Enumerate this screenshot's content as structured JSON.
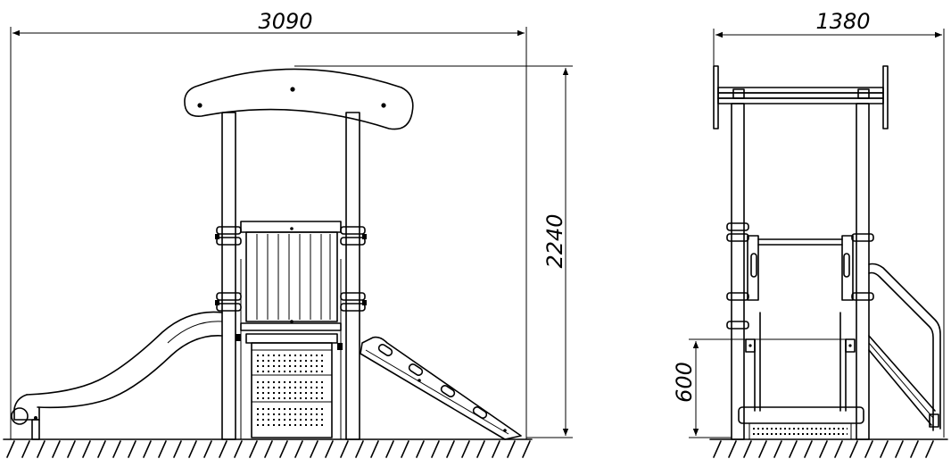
{
  "dimensions": {
    "front_width": "3090",
    "front_height": "2240",
    "side_width": "1380",
    "side_height": "600"
  }
}
